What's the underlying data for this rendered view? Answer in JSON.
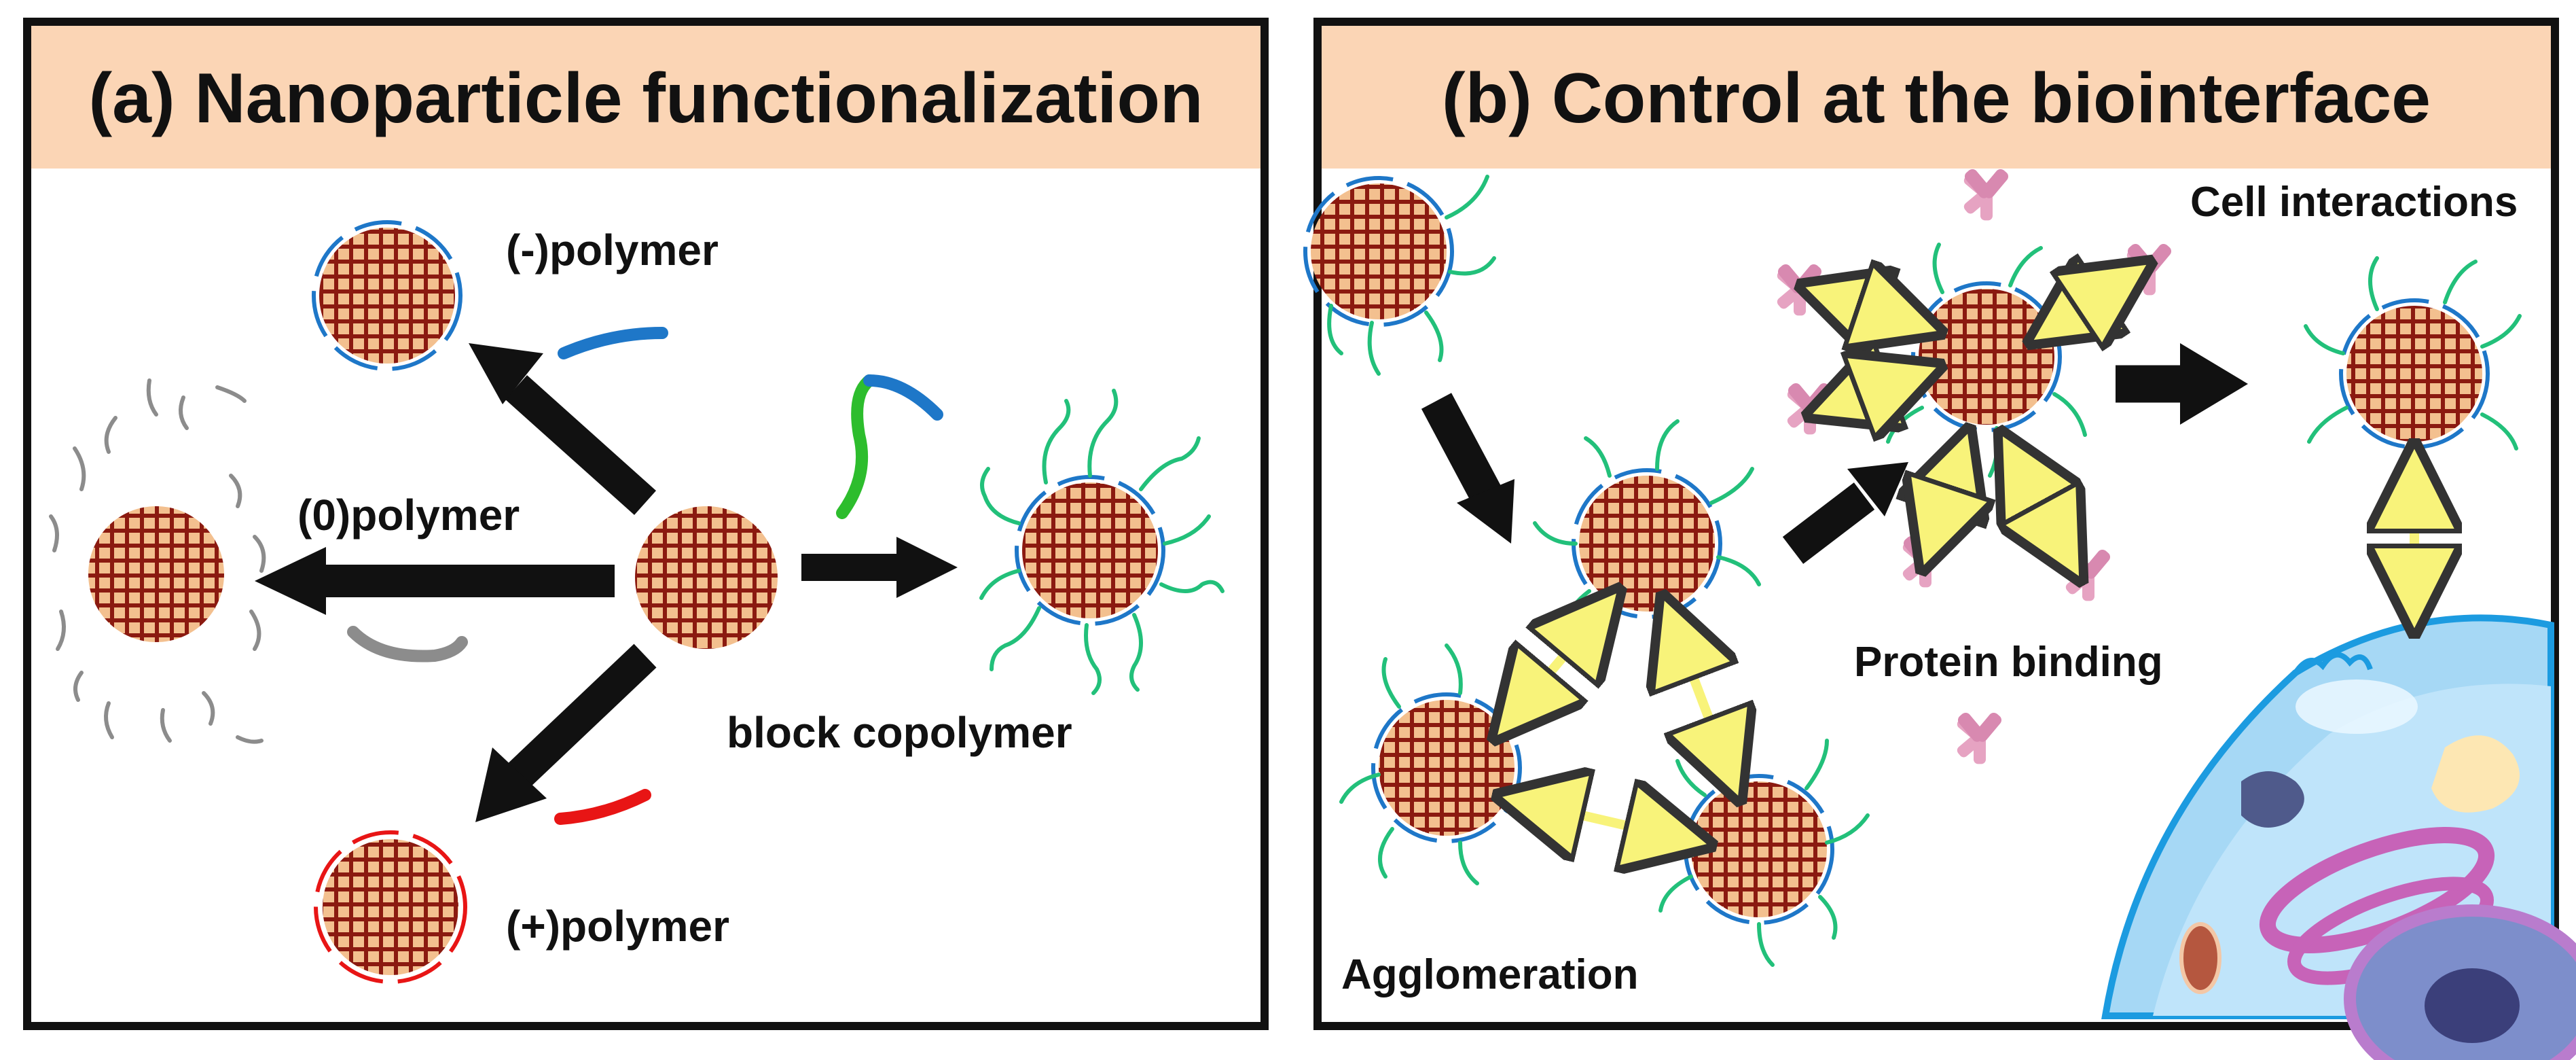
{
  "panel_a": {
    "title": "(a) Nanoparticle functionalization",
    "labels": {
      "neg_polymer": "(-)polymer",
      "neutral_polymer": "(0)polymer",
      "pos_polymer": "(+)polymer",
      "block_copolymer": "block copolymer"
    }
  },
  "panel_b": {
    "title": "(b) Control at the biointerface",
    "labels": {
      "cell_interactions": "Cell interactions",
      "protein_binding": "Protein binding",
      "agglomeration": "Agglomeration"
    }
  },
  "colors": {
    "header_fill": "#fbd5b5",
    "particle_fill": "#f3c08f",
    "particle_grid": "#8b1a10",
    "neg_polymer": "#1e77c8",
    "pos_polymer": "#e81515",
    "neutral_polymer": "#8c8c8c",
    "green_chain": "#22c07a",
    "protein": "#e6a3c2",
    "double_arrow": "#f8f37a",
    "cell_membrane": "#1c9be0",
    "golgi": "#c763b8"
  }
}
